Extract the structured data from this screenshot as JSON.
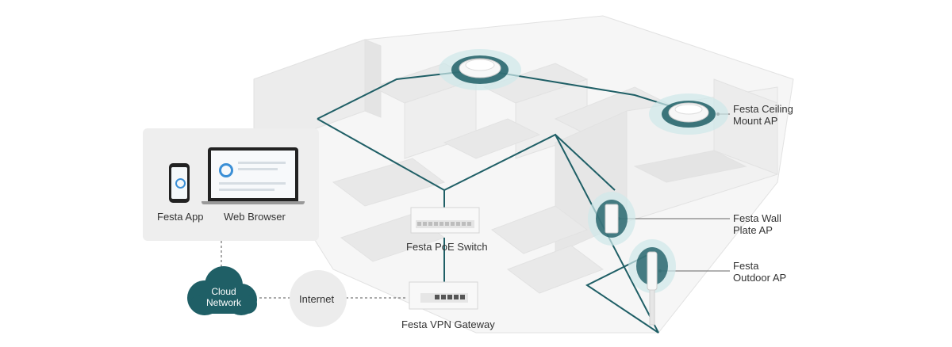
{
  "client_panel": {
    "app_label": "Festa App",
    "browser_label": "Web Browser"
  },
  "cloud": {
    "label_line1": "Cloud",
    "label_line2": "Network"
  },
  "internet": {
    "label": "Internet"
  },
  "switch": {
    "label": "Festa PoE Switch"
  },
  "gateway": {
    "label": "Festa VPN Gateway"
  },
  "ceiling_ap": {
    "line1": "Festa Ceiling",
    "line2": "Mount AP"
  },
  "wall_ap": {
    "line1": "Festa Wall",
    "line2": "Plate AP"
  },
  "outdoor_ap": {
    "line1": "Festa",
    "line2": "Outdoor AP"
  },
  "colors": {
    "cable": "#1f5f66",
    "cloud": "#1f5f66",
    "signal_ring": "#9ccfd3",
    "panel_bg": "#eeeeee",
    "internet_bubble": "#ececec"
  }
}
